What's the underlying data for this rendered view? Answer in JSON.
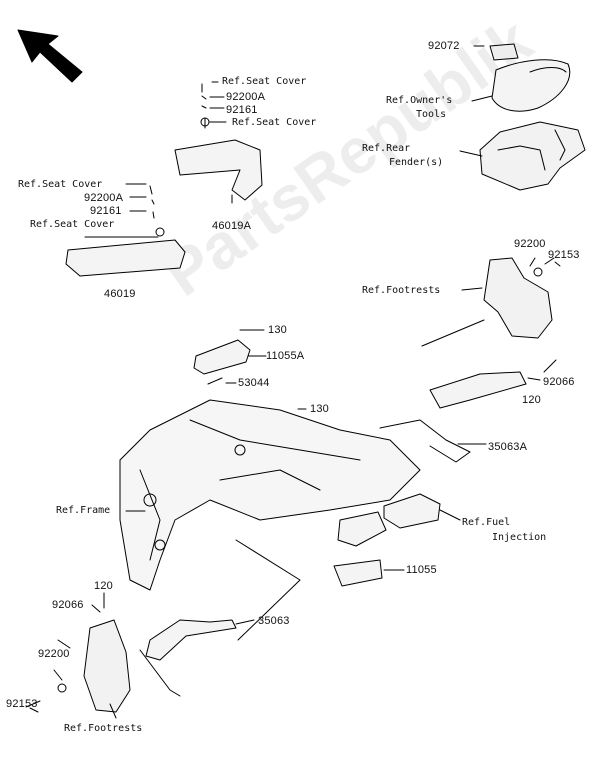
{
  "watermark": "PartsRepublik",
  "labels": {
    "p92072": "92072",
    "ref_owners_tools_1": "Ref.Owner's",
    "ref_owners_tools_2": "Tools",
    "ref_rear_fender_1": "Ref.Rear",
    "ref_rear_fender_2": "Fender(s)",
    "ref_seat_cover_a": "Ref.Seat Cover",
    "p92200A_a": "92200A",
    "p92161_a": "92161",
    "ref_seat_cover_b": "Ref.Seat Cover",
    "p46019A": "46019A",
    "ref_seat_cover_c": "Ref.Seat Cover",
    "p92200A_b": "92200A",
    "p92161_b": "92161",
    "ref_seat_cover_d": "Ref.Seat Cover",
    "p46019": "46019",
    "p92153_r": "92153",
    "p92200_r": "92200",
    "ref_footrests_r": "Ref.Footrests",
    "p130_a": "130",
    "p11055A": "11055A",
    "p53044": "53044",
    "p130_b": "130",
    "p92066_r": "92066",
    "p120_r": "120",
    "p35063A": "35063A",
    "ref_frame": "Ref.Frame",
    "ref_fuel_1": "Ref.Fuel",
    "ref_fuel_2": "Injection",
    "p11055": "11055",
    "p120_l": "120",
    "p92066_l": "92066",
    "p35063": "35063",
    "p92200_l": "92200",
    "p92153_l": "92153",
    "ref_footrests_l": "Ref.Footrests"
  }
}
